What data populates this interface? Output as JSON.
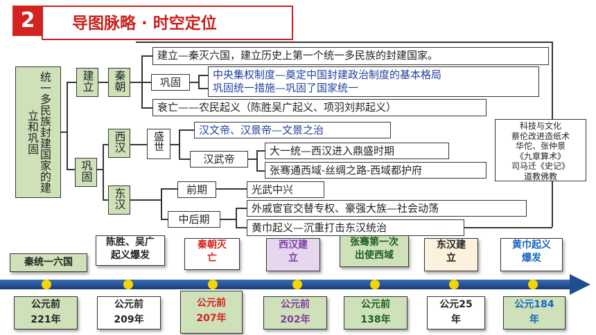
{
  "header": {
    "number": "2",
    "title": "导图脉略 · 时空定位"
  },
  "root": "统一多民族封建国家的建立和巩固",
  "qin": {
    "branch_establish": "建立",
    "dynasty": "秦朝",
    "establish": "建立—秦灭六国，建立历史上第一个统一多民族的封建国家。",
    "consolidate_label": "巩固",
    "consolidate_1": "中央集权制度—奠定中国封建政治制度的基本格局",
    "consolidate_2": "巩固统一措施—巩固了国家统一",
    "decline": "衰亡——农民起义（陈胜吴广起义、项羽刘邦起义）"
  },
  "han": {
    "branch_consolidate": "巩固",
    "western": "西汉",
    "prosperous": "盛世",
    "wenjing": "汉文帝、汉景帝—文景之治",
    "wudi": "汉武帝",
    "wudi_1": "大一统—西汉进入鼎盛时期",
    "wudi_2": "张骞通西域-丝绸之路-西域都护府",
    "eastern": "东汉",
    "early": "前期",
    "early_1": "光武中兴",
    "late": "中后期",
    "late_1": "外戚宦官交替专权、豪强大族—社会动荡",
    "late_2": "黄巾起义—沉重打击东汉统治"
  },
  "culture": [
    "科技与文化",
    "蔡伦改进造纸术",
    "华佗、张仲景",
    "《九章算术》",
    "司马迁《史记》",
    "道教佛教"
  ],
  "timeline": {
    "events": [
      {
        "line1": "秦统一六国",
        "line2": ""
      },
      {
        "line1": "陈胜、吴广",
        "line2": "起义爆发"
      },
      {
        "line1": "秦朝灭",
        "line2": "亡"
      },
      {
        "line1": "西汉建",
        "line2": "立"
      },
      {
        "line1": "张骞第一次",
        "line2": "出使西域"
      },
      {
        "line1": "东汉建",
        "line2": "立"
      },
      {
        "line1": "黄巾起义",
        "line2": "爆发"
      }
    ],
    "dates": [
      {
        "line1": "公元前",
        "line2": "221年"
      },
      {
        "line1": "公元前",
        "line2": "209年"
      },
      {
        "line1": "公元前",
        "line2": "207年"
      },
      {
        "line1": "公元前",
        "line2": "202年"
      },
      {
        "line1": "公元前",
        "line2": "138年"
      },
      {
        "line1": "公元25",
        "line2": "年"
      },
      {
        "line1": "公元184",
        "line2": "年"
      }
    ]
  },
  "colors": {
    "red": "#d2231f",
    "green": "#cfe1b9",
    "blue": "#1f3f9e",
    "purple": "#7b3fa0",
    "axis": "#1f4e8c",
    "yellow_dot": "#f5d500"
  }
}
